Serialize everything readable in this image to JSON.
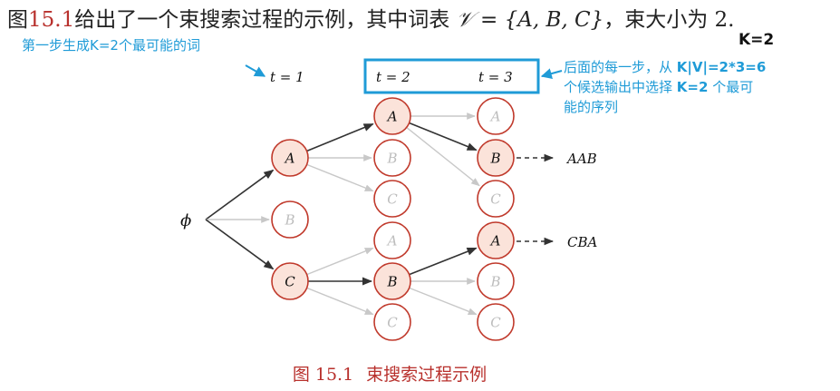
{
  "intro": {
    "prefix": "图",
    "ref": "15.1",
    "text_a": "给出了一个束搜索过程的示例，其中词表 ",
    "vocab": "𝒱 = {A, B, C}",
    "text_b": "，束大小为 2."
  },
  "notes": {
    "left": "第一步生成K=2个最可能的词",
    "k_top": "K=2",
    "right_line1_a": "后面的每一步，从 ",
    "right_line1_b": "K|V|=2*3=6",
    "right_line2_a": "个候选输出中选择 ",
    "right_line2_b": "K=2",
    "right_line2_c": " 个最可",
    "right_line3": "能的序列"
  },
  "diagram": {
    "root": "ϕ",
    "t_labels": [
      "t = 1",
      "t = 2",
      "t = 3"
    ],
    "results": [
      "AAB",
      "CBA"
    ],
    "step1": [
      "A",
      "B",
      "C"
    ],
    "step2": [
      "A",
      "B",
      "C",
      "A",
      "B",
      "C"
    ],
    "step3": [
      "A",
      "B",
      "C",
      "A",
      "B",
      "C"
    ],
    "selected_step1": [
      0,
      2
    ],
    "selected_step2": [
      0,
      4
    ],
    "selected_step3": [
      1,
      3
    ]
  },
  "caption": {
    "label": "图 15.1",
    "title": "束搜索过程示例"
  },
  "colors": {
    "accent_red": "#c0392b",
    "node_fill": "#fbe3da",
    "annotation_blue": "#1f9bd7",
    "faded": "#bdbdbd"
  }
}
